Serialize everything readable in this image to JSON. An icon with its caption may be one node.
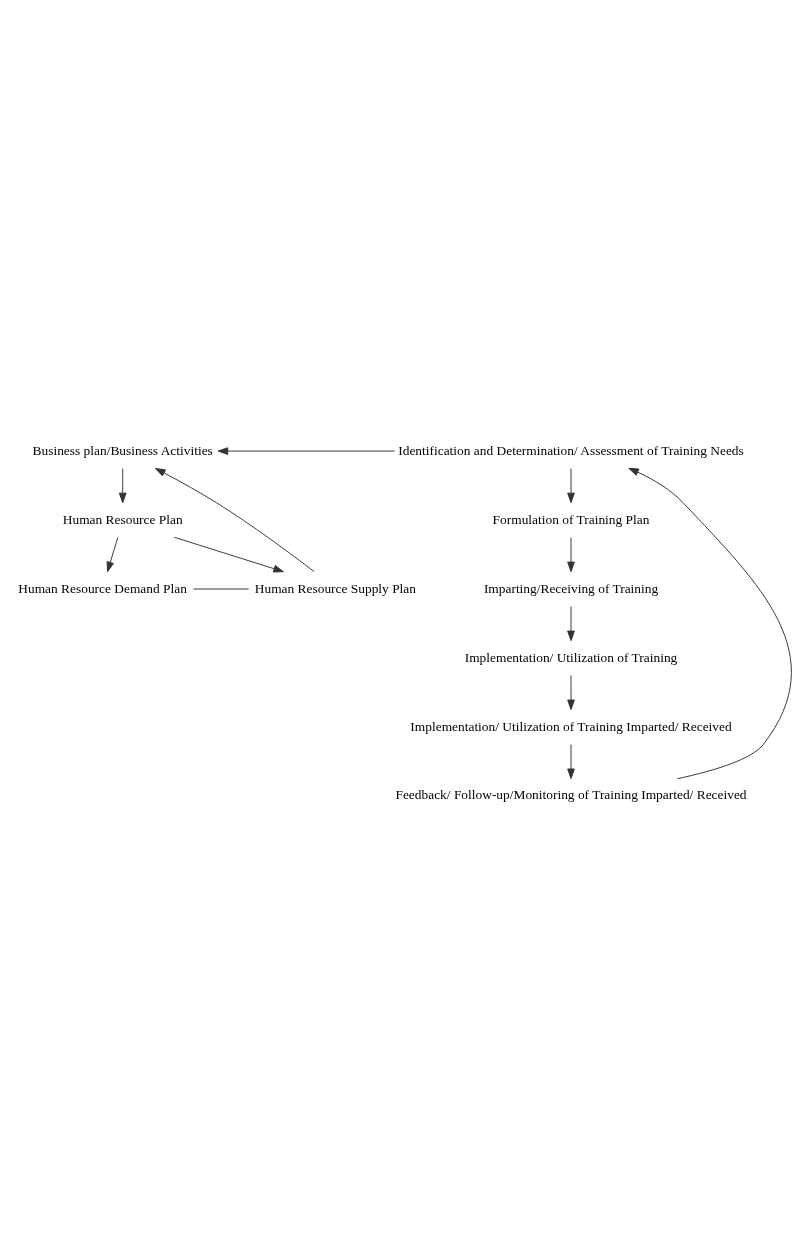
{
  "diagram": {
    "nodes": [
      {
        "text": [
          "Business plan/Business Activities"
        ]
      },
      {
        "text": [
          "Human Resource Plan"
        ]
      },
      {
        "text": [
          "Human Resource Demand Plan"
        ]
      },
      {
        "text": [
          "Human Resource Supply Plan"
        ]
      },
      {
        "text": [
          "Identification and Determination/ Assessment of Training Needs"
        ]
      },
      {
        "text": [
          "Formulation of Training Plan"
        ]
      },
      {
        "text": [
          "Imparting/Receiving of Training"
        ]
      },
      {
        "text": [
          "Implementation/ Utilization of Training"
        ]
      },
      {
        "text": [
          "Implementation/ Utilization of Training Imparted/ Received"
        ]
      },
      {
        "text": [
          "Feedback/ Follow-up/Monitoring of Training Imparted/ Received"
        ]
      }
    ],
    "edges": [
      {
        "from": 0,
        "to": 1,
        "arrow": "to"
      },
      {
        "from": 1,
        "to": 2,
        "arrow": "to"
      },
      {
        "from": 1,
        "to": 3,
        "arrow": "to"
      },
      {
        "from": 2,
        "to": 3,
        "arrow": "none"
      },
      {
        "from": 3,
        "to": 0,
        "arrow": "to"
      },
      {
        "from": 4,
        "to": 0,
        "arrow": "to"
      },
      {
        "from": 4,
        "to": 5,
        "arrow": "to"
      },
      {
        "from": 5,
        "to": 6,
        "arrow": "to"
      },
      {
        "from": 6,
        "to": 7,
        "arrow": "to"
      },
      {
        "from": 7,
        "to": 8,
        "arrow": "to"
      },
      {
        "from": 8,
        "to": 9,
        "arrow": "to"
      },
      {
        "from": 9,
        "to": 4,
        "arrow": "to"
      }
    ]
  }
}
